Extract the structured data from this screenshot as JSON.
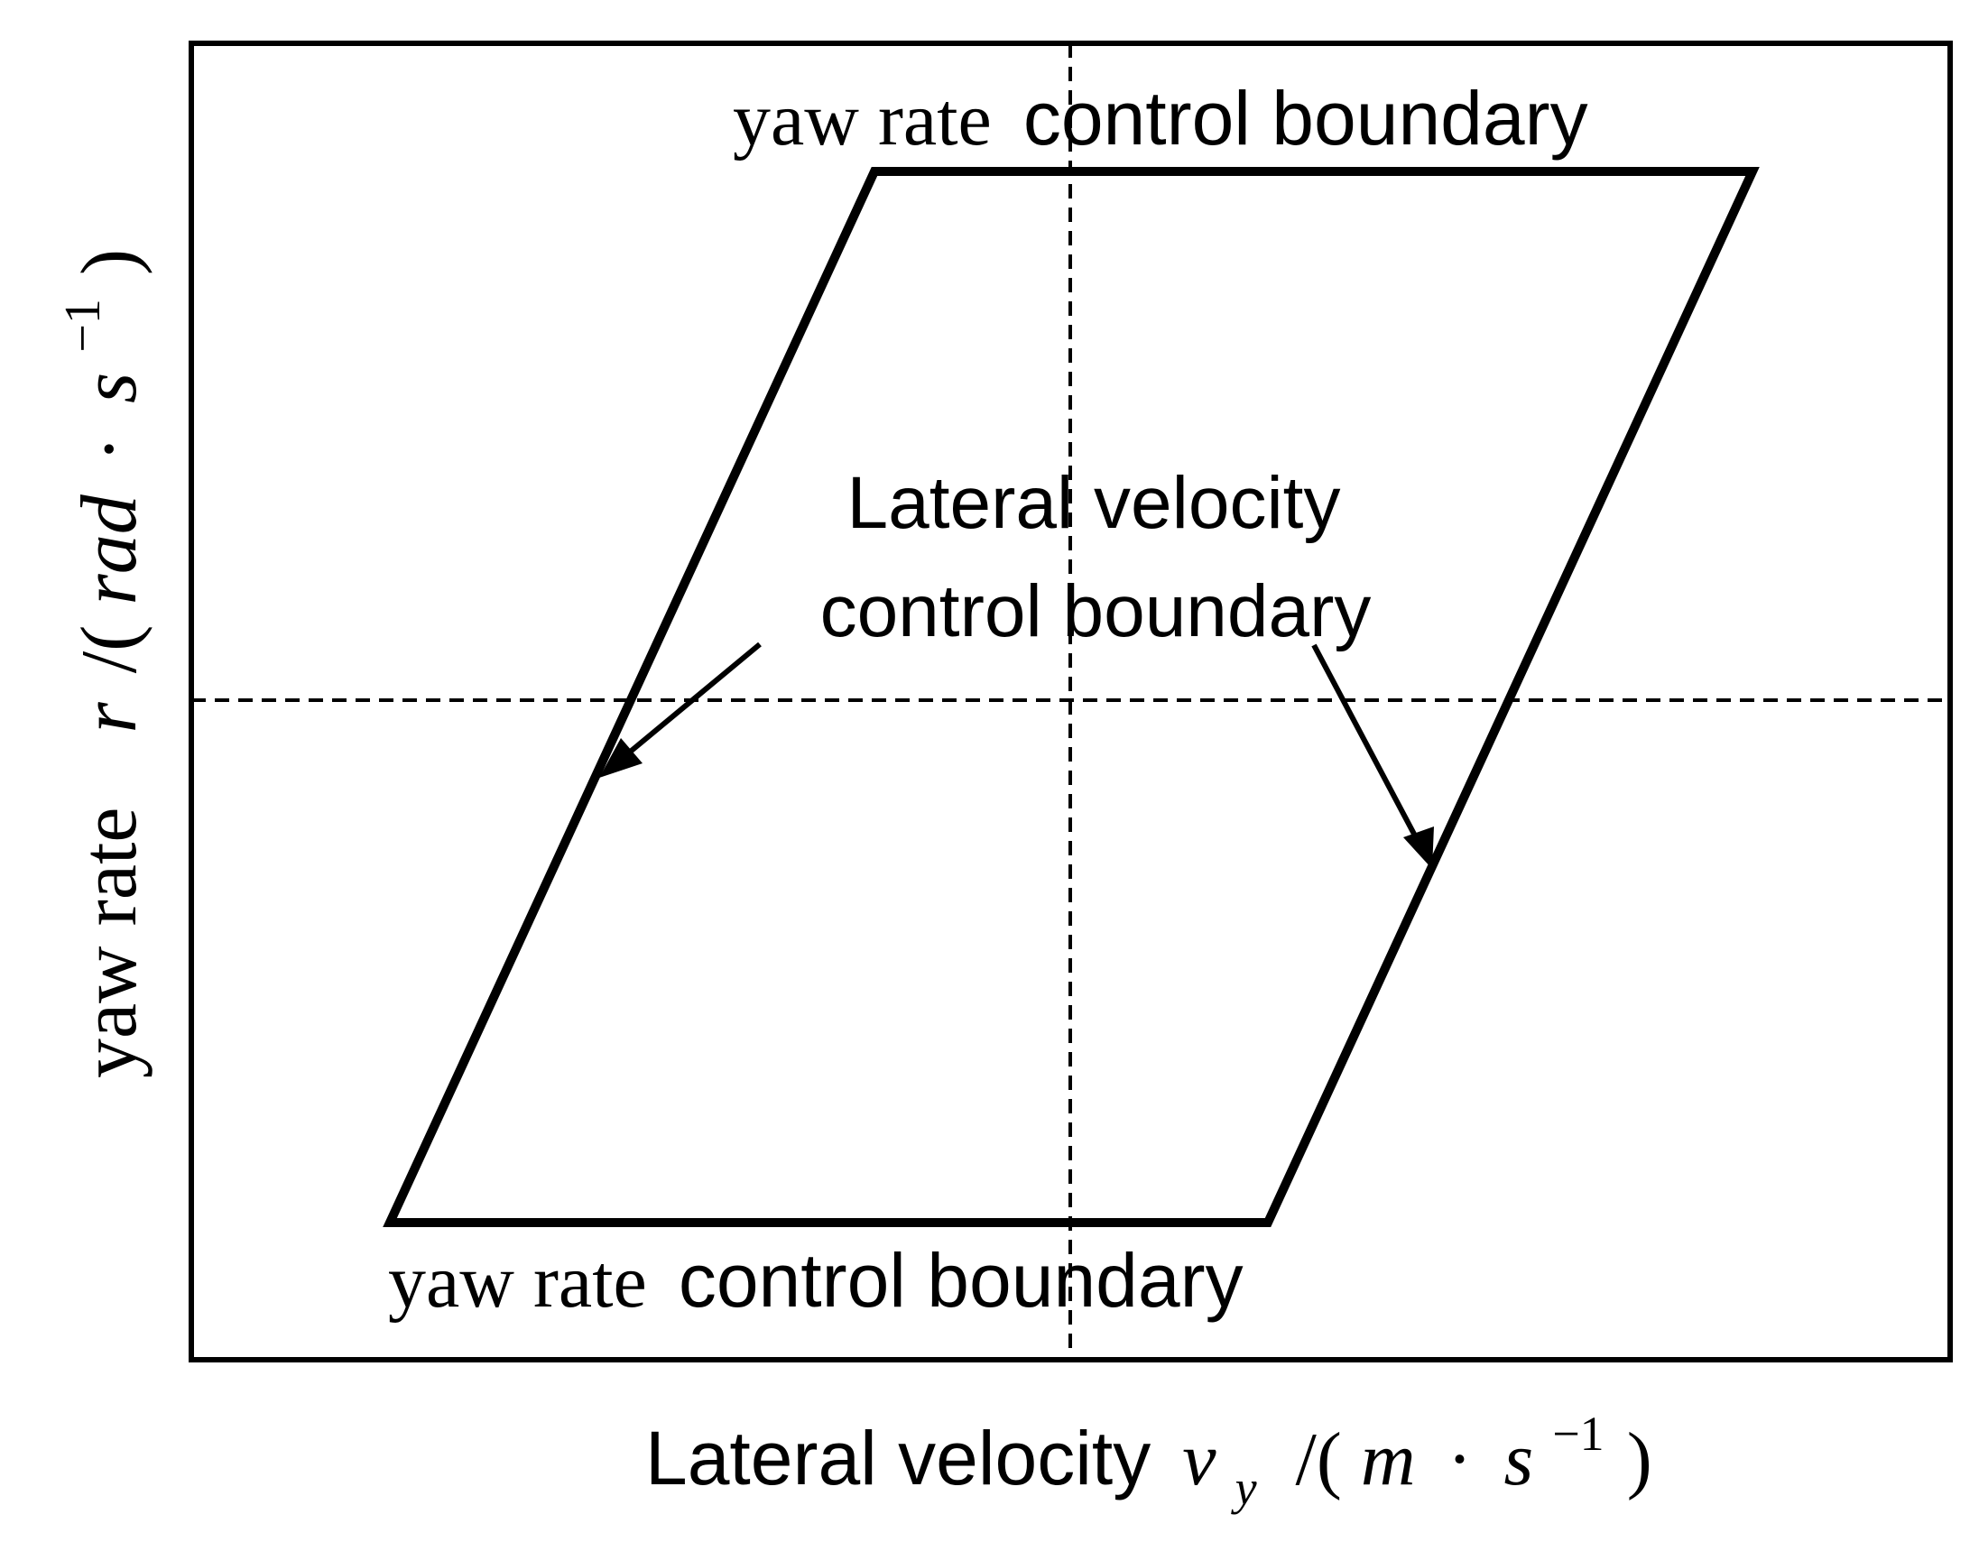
{
  "labels": {
    "top_boundary": {
      "serif_part": "yaw rate",
      "sans_part": "control boundary"
    },
    "bottom_boundary": {
      "serif_part": "yaw rate",
      "sans_part": "control boundary"
    },
    "lateral_boundary": {
      "line1": "Lateral velocity",
      "line2": "control boundary"
    }
  },
  "x_axis": {
    "text": "Lateral velocity",
    "var": "v",
    "var_sub": "y",
    "slash_open": "/(",
    "unit_var": "m",
    "dot": "·",
    "unit_s": "s",
    "exp": "−1",
    "close": ")"
  },
  "y_axis": {
    "text": "yaw rate",
    "var": "r",
    "slash_open": "/(",
    "unit_var": "rad",
    "dot": "·",
    "unit_s": "s",
    "exp": "−1",
    "close": ")"
  },
  "colors": {
    "stroke": "#000000",
    "background": "#ffffff"
  }
}
